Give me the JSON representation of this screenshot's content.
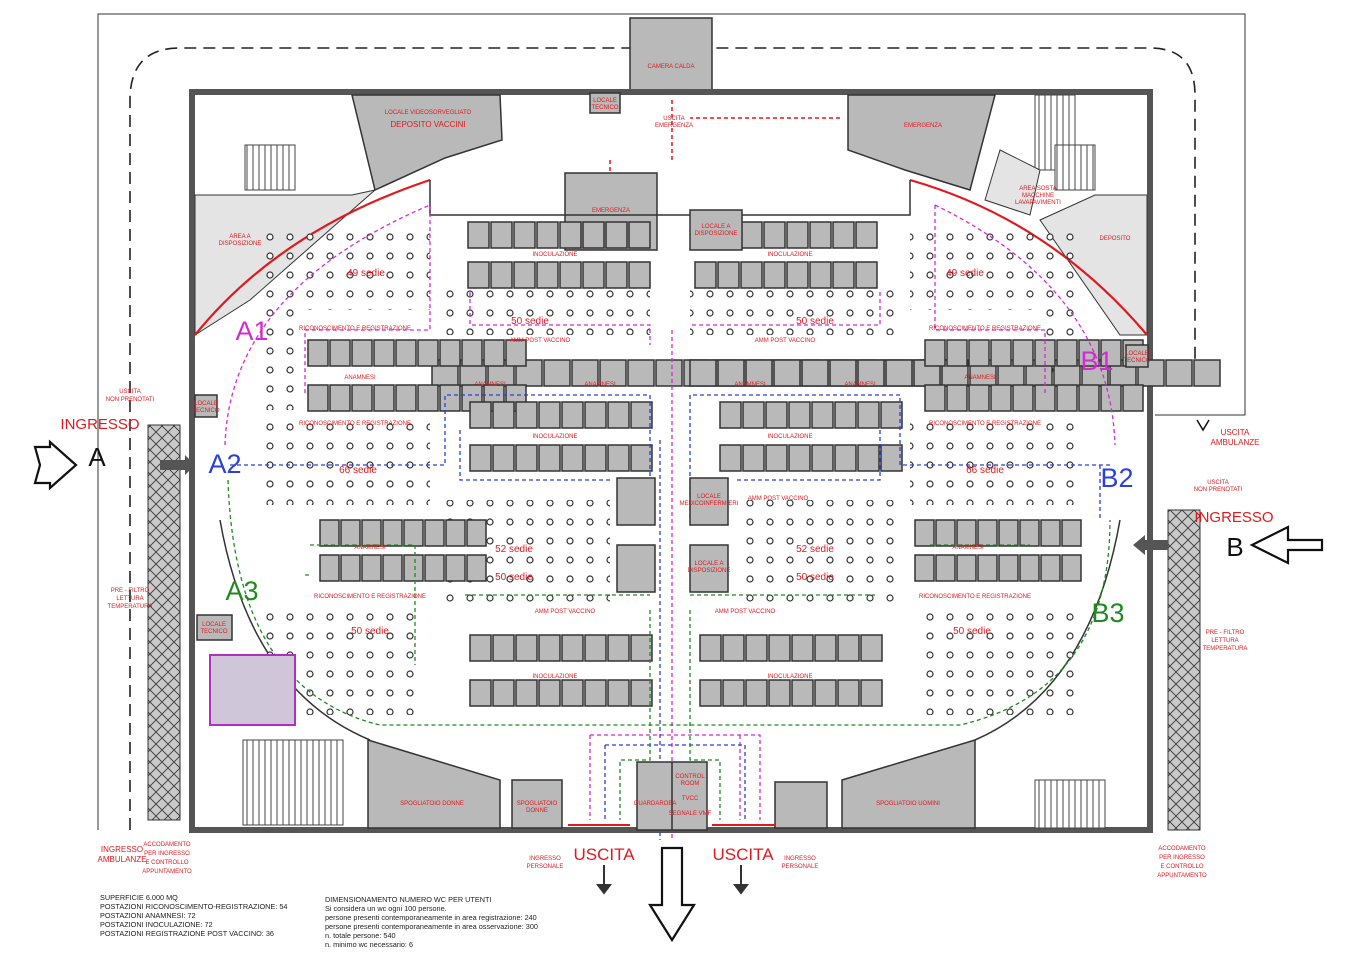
{
  "plan": {
    "rooms": {
      "camera_calda": "CAMERA CALDA",
      "deposito_vaccini": "DEPOSITO VACCINI",
      "locale_videosorvegliato": "LOCALE VIDEOSORVEGLIATO",
      "locale_tecnico_top": [
        "LOCALE",
        "TECNICO"
      ],
      "uscita_emergenza": [
        "USCITA",
        "EMERGENZA"
      ],
      "emergenza_center": "EMERGENZA",
      "emergenza_right": "EMERGENZA",
      "area_a_disposizione": [
        "AREA A",
        "DISPOSIZIONE"
      ],
      "area_sosta": [
        "AREA SOSTA",
        "MACCHINE",
        "LAVAPAVIMENTI"
      ],
      "deposito": "DEPOSITO",
      "locale_tecnico_left": [
        "LOCALE",
        "TECNICO"
      ],
      "locale_tecnico_right": [
        "LOCALE",
        "TECNICO"
      ],
      "locale_tecnico_a3": [
        "LOCALE",
        "TECNICO"
      ],
      "spogliatoio_donne": "SPOGLIATOIO DONNE",
      "spogliatoio_donne_small": [
        "SPOGLIATOIO",
        "DONNE"
      ],
      "spogliatoio_uomini": "SPOGLIATOIO UOMINI",
      "guardaroba": "GUARDAROBA",
      "control_room": [
        "CONTROL",
        "ROOM",
        "TVCC",
        "SEGNALE VMF"
      ],
      "locale_disposizione": [
        "LOCALE A",
        "DISPOSIZIONE"
      ],
      "locale_mediconprimo": [
        "LOCALE",
        "MEDICOINFERMIERI"
      ]
    },
    "areas": {
      "inoculazione": "INOCULAZIONE",
      "anamnesi": "ANAMNESI",
      "riconoscimento": "RICONOSCIMENTO E REGISTRAZIONE",
      "post_vaccino": "AMM POST VACCINO"
    },
    "seats": {
      "a1": "49 sedie",
      "b1": "49 sedie",
      "top_left": "50 sedie",
      "top_right": "50 sedie",
      "a2": "66 sedie",
      "b2": "66 sedie",
      "mid_left_1": "52 sedie",
      "mid_left_2": "50 sedie",
      "mid_right_1": "52 sedie",
      "mid_right_2": "50 sedie",
      "a3": "50 sedie",
      "b3": "50 sedie"
    },
    "zones": {
      "a1": "A1",
      "a2": "A2",
      "a3": "A3",
      "b1": "B1",
      "b2": "B2",
      "b3": "B3"
    },
    "entrances": {
      "ingresso_a": "INGRESSO",
      "letter_a": "A",
      "ingresso_b": "INGRESSO",
      "letter_b": "B",
      "uscita_non_prenotati_left": [
        "USCITA",
        "NON PRENOTATI"
      ],
      "uscita_non_prenotati_right": [
        "USCITA",
        "NON PRENOTATI"
      ],
      "prefiltro_left": [
        "PRE - FILTRO",
        "LETTURA",
        "TEMPERATURA"
      ],
      "prefiltro_right": [
        "PRE - FILTRO",
        "LETTURA",
        "TEMPERATURA"
      ],
      "uscita_ambulanze": [
        "USCITA",
        "AMBULANZE"
      ],
      "ingresso_ambulanze": [
        "INGRESSO",
        "AMBULANZE"
      ],
      "accodamento_left": [
        "ACCODAMENTO",
        "PER INGRESSO",
        "E CONTROLLO",
        "APPUNTAMENTO"
      ],
      "accodamento_right": [
        "ACCODAMENTO",
        "PER INGRESSO",
        "E CONTROLLO",
        "APPUNTAMENTO"
      ],
      "uscita_left": "USCITA",
      "uscita_right": "USCITA",
      "ingresso_personale_left": [
        "INGRESSO",
        "PERSONALE"
      ],
      "ingresso_personale_right": [
        "INGRESSO",
        "PERSONALE"
      ]
    },
    "colors": {
      "a1": "#d42bd0",
      "a2": "#2b3fd9",
      "a3": "#1f8a1f",
      "label": "#e0191f",
      "room": "#b9b9b9"
    }
  },
  "notes": {
    "stats": [
      "SUPERFICIE 6.000 MQ",
      "POSTAZIONI RICONOSCIMENTO-REGISTRAZIONE:  54",
      "POSTAZIONI ANAMNESI: 72",
      "POSTAZIONI INOCULAZIONE: 72",
      "POSTAZIONI REGISTRAZIONE POST VACCINO: 36"
    ],
    "wc": [
      "DIMENSIONAMENTO NUMERO WC PER UTENTI",
      "Si considera un wc ogni 100 persone.",
      "persone presenti contemporaneamente in area registrazione: 240",
      "persone presenti contemporaneamente in area osservazione: 300",
      "n. totale  persone: 540",
      "n. minimo wc necessario: 6"
    ]
  }
}
